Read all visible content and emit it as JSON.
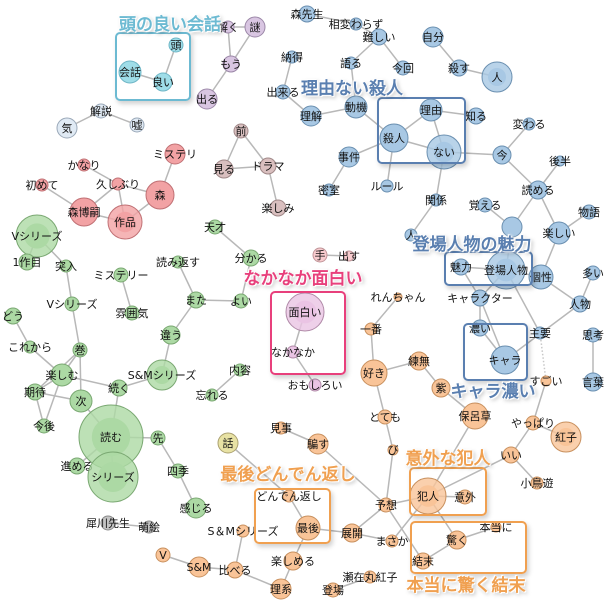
{
  "groups": {
    "cyan": {
      "fill": "#9fdde8",
      "stroke": "#6fb6c6"
    },
    "purple": {
      "fill": "#d9c6e2",
      "stroke": "#9c88a8"
    },
    "pale": {
      "fill": "#e0eaf4",
      "stroke": "#9aa8b8"
    },
    "taupe": {
      "fill": "#d9bfbf",
      "stroke": "#a08888"
    },
    "red": {
      "fill": "#f2a2a4",
      "stroke": "#c07074"
    },
    "green": {
      "fill": "#acd9a4",
      "stroke": "#7aa872"
    },
    "grey": {
      "fill": "#c4c4c4",
      "stroke": "#8a8a8a"
    },
    "yellow": {
      "fill": "#e8e2a4",
      "stroke": "#aaa070"
    },
    "pink": {
      "fill": "#eac4e4",
      "stroke": "#b08aa8"
    },
    "rose": {
      "fill": "#f8cccf",
      "stroke": "#c09498"
    },
    "orange": {
      "fill": "#f9c498",
      "stroke": "#c8905e"
    },
    "blue": {
      "fill": "#a8c8e4",
      "stroke": "#6a8fb0"
    }
  },
  "nodes": [
    {
      "id": "atama",
      "label": "頭",
      "group": "cyan"
    },
    {
      "id": "kaiwa",
      "label": "会話",
      "group": "cyan"
    },
    {
      "id": "yoi1",
      "label": "良い",
      "group": "cyan"
    },
    {
      "id": "toku",
      "label": "解く",
      "group": "purple"
    },
    {
      "id": "nazo",
      "label": "謎",
      "group": "purple"
    },
    {
      "id": "mou",
      "label": "もう",
      "group": "purple"
    },
    {
      "id": "deru",
      "label": "出る",
      "group": "purple"
    },
    {
      "id": "kaisetsu",
      "label": "解説",
      "group": "pale"
    },
    {
      "id": "ki",
      "label": "気",
      "group": "pale"
    },
    {
      "id": "uso",
      "label": "嘘",
      "group": "pale"
    },
    {
      "id": "mae",
      "label": "前",
      "group": "taupe"
    },
    {
      "id": "miru",
      "label": "見る",
      "group": "taupe"
    },
    {
      "id": "drama",
      "label": "ドラマ",
      "group": "taupe"
    },
    {
      "id": "tanoshimi",
      "label": "楽しみ",
      "group": "taupe"
    },
    {
      "id": "misuteri",
      "label": "ミステリ",
      "group": "red"
    },
    {
      "id": "kanari",
      "label": "かなり",
      "group": "red"
    },
    {
      "id": "hisashiburi",
      "label": "久しぶり",
      "group": "red"
    },
    {
      "id": "hajimete",
      "label": "初めて",
      "group": "red"
    },
    {
      "id": "mori",
      "label": "森",
      "group": "red"
    },
    {
      "id": "morihiroshi",
      "label": "森博嗣",
      "group": "red"
    },
    {
      "id": "sakuhin",
      "label": "作品",
      "group": "red"
    },
    {
      "id": "vseries1",
      "label": "Vシリーズ",
      "group": "green"
    },
    {
      "id": "ichisakume",
      "label": "1作目",
      "group": "green"
    },
    {
      "id": "totsunyu",
      "label": "突入",
      "group": "green"
    },
    {
      "id": "tensai",
      "label": "天才",
      "group": "green"
    },
    {
      "id": "wakaru",
      "label": "分かる",
      "group": "green"
    },
    {
      "id": "yomikaesu",
      "label": "読み返す",
      "group": "green"
    },
    {
      "id": "misuteri2",
      "label": "ミステリー",
      "group": "green"
    },
    {
      "id": "funiki",
      "label": "雰囲気",
      "group": "green"
    },
    {
      "id": "vseries2",
      "label": "Vシリーズ",
      "group": "green"
    },
    {
      "id": "mata",
      "label": "また",
      "group": "green"
    },
    {
      "id": "yoi2",
      "label": "よい",
      "group": "green"
    },
    {
      "id": "dou",
      "label": "どう",
      "group": "green"
    },
    {
      "id": "korekara",
      "label": "これから",
      "group": "green"
    },
    {
      "id": "maki",
      "label": "巻",
      "group": "green"
    },
    {
      "id": "chigau",
      "label": "違う",
      "group": "green"
    },
    {
      "id": "tanoshimu",
      "label": "楽しむ",
      "group": "green"
    },
    {
      "id": "tsuzuku",
      "label": "続く",
      "group": "green"
    },
    {
      "id": "smseries1",
      "label": "S&Mシリーズ",
      "group": "green"
    },
    {
      "id": "kitai",
      "label": "期待",
      "group": "green"
    },
    {
      "id": "tsugi",
      "label": "次",
      "group": "green"
    },
    {
      "id": "naiyou",
      "label": "内容",
      "group": "green"
    },
    {
      "id": "wasureru",
      "label": "忘れる",
      "group": "green"
    },
    {
      "id": "kongo",
      "label": "今後",
      "group": "green"
    },
    {
      "id": "yomu",
      "label": "読む",
      "group": "green"
    },
    {
      "id": "saki",
      "label": "先",
      "group": "green"
    },
    {
      "id": "susumeru",
      "label": "進める",
      "group": "green"
    },
    {
      "id": "series",
      "label": "シリーズ",
      "group": "green"
    },
    {
      "id": "shiki",
      "label": "四季",
      "group": "green"
    },
    {
      "id": "kanjiru",
      "label": "感じる",
      "group": "green"
    },
    {
      "id": "saikawa",
      "label": "犀川先生",
      "group": "grey"
    },
    {
      "id": "moe",
      "label": "萌絵",
      "group": "grey"
    },
    {
      "id": "hanashi",
      "label": "話",
      "group": "yellow"
    },
    {
      "id": "omoshiroi",
      "label": "面白い",
      "group": "pink"
    },
    {
      "id": "nakanaka",
      "label": "なかなか",
      "group": "pink"
    },
    {
      "id": "omoshiroi2",
      "label": "おもしろい",
      "group": "pink"
    },
    {
      "id": "te",
      "label": "手",
      "group": "rose"
    },
    {
      "id": "dasu",
      "label": "出す",
      "group": "rose"
    },
    {
      "id": "renchan",
      "label": "れんちゃん",
      "group": "orange"
    },
    {
      "id": "ichiban",
      "label": "一番",
      "group": "orange"
    },
    {
      "id": "suki",
      "label": "好き",
      "group": "orange"
    },
    {
      "id": "nerina",
      "label": "練無",
      "group": "orange"
    },
    {
      "id": "murasaki",
      "label": "紫",
      "group": "orange"
    },
    {
      "id": "hokuresha",
      "label": "保呂草",
      "group": "orange"
    },
    {
      "id": "totemo",
      "label": "とても",
      "group": "orange"
    },
    {
      "id": "bi",
      "label": "び",
      "group": "orange"
    },
    {
      "id": "migoto",
      "label": "見事",
      "group": "orange"
    },
    {
      "id": "damasu",
      "label": "騙す",
      "group": "orange"
    },
    {
      "id": "ii",
      "label": "いい",
      "group": "orange"
    },
    {
      "id": "yappari",
      "label": "やっぱり",
      "group": "orange"
    },
    {
      "id": "beniko",
      "label": "紅子",
      "group": "orange"
    },
    {
      "id": "takanashi",
      "label": "小鳥遊",
      "group": "orange"
    },
    {
      "id": "hannin",
      "label": "犯人",
      "group": "orange"
    },
    {
      "id": "igai",
      "label": "意外",
      "group": "orange"
    },
    {
      "id": "dondengaeshi",
      "label": "どんでん返し",
      "group": "orange"
    },
    {
      "id": "saigo",
      "label": "最後",
      "group": "orange"
    },
    {
      "id": "yosou",
      "label": "予想",
      "group": "orange"
    },
    {
      "id": "tenkai",
      "label": "展開",
      "group": "orange"
    },
    {
      "id": "masaka",
      "label": "まさか",
      "group": "orange"
    },
    {
      "id": "odoroku",
      "label": "驚く",
      "group": "orange"
    },
    {
      "id": "hontouni",
      "label": "本当に",
      "group": "orange"
    },
    {
      "id": "ketsumatsu",
      "label": "結末",
      "group": "orange"
    },
    {
      "id": "smseries2",
      "label": "S＆Mシリーズ",
      "group": "orange"
    },
    {
      "id": "v",
      "label": "V",
      "group": "orange"
    },
    {
      "id": "sm",
      "label": "S&M",
      "group": "orange"
    },
    {
      "id": "kuraberu",
      "label": "比べる",
      "group": "orange"
    },
    {
      "id": "tanoshimeru",
      "label": "楽しめる",
      "group": "orange"
    },
    {
      "id": "rikei",
      "label": "理系",
      "group": "orange"
    },
    {
      "id": "sezaimaru",
      "label": "瀬在丸紅子",
      "group": "orange"
    },
    {
      "id": "toujou",
      "label": "登場",
      "group": "orange"
    },
    {
      "id": "sugoi",
      "label": "すごい",
      "group": "orange"
    },
    {
      "id": "morisensei",
      "label": "森先生",
      "group": "blue"
    },
    {
      "id": "aikawarazu",
      "label": "相変わらず",
      "group": "blue"
    },
    {
      "id": "muzukashii",
      "label": "難しい",
      "group": "blue"
    },
    {
      "id": "jibun",
      "label": "自分",
      "group": "blue"
    },
    {
      "id": "kataru",
      "label": "語る",
      "group": "blue"
    },
    {
      "id": "konkai",
      "label": "今回",
      "group": "blue"
    },
    {
      "id": "korosu",
      "label": "殺す",
      "group": "blue"
    },
    {
      "id": "hito",
      "label": "人",
      "group": "blue"
    },
    {
      "id": "nattoku",
      "label": "納得",
      "group": "blue"
    },
    {
      "id": "dekiru",
      "label": "出来る",
      "group": "blue"
    },
    {
      "id": "rikai",
      "label": "理解",
      "group": "blue"
    },
    {
      "id": "douki",
      "label": "動機",
      "group": "blue"
    },
    {
      "id": "riyuu",
      "label": "理由",
      "group": "blue"
    },
    {
      "id": "shiru",
      "label": "知る",
      "group": "blue"
    },
    {
      "id": "satsujin",
      "label": "殺人",
      "group": "blue"
    },
    {
      "id": "nai",
      "label": "ない",
      "group": "blue"
    },
    {
      "id": "kawaru",
      "label": "変わる",
      "group": "blue"
    },
    {
      "id": "jiken",
      "label": "事件",
      "group": "blue"
    },
    {
      "id": "ima",
      "label": "今",
      "group": "blue"
    },
    {
      "id": "kouhan",
      "label": "後半",
      "group": "blue"
    },
    {
      "id": "misshitsu",
      "label": "密室",
      "group": "blue"
    },
    {
      "id": "rule",
      "label": "ルール",
      "group": "blue"
    },
    {
      "id": "yomeru",
      "label": "読める",
      "group": "blue"
    },
    {
      "id": "kankei",
      "label": "関係",
      "group": "blue"
    },
    {
      "id": "oboeru",
      "label": "覚える",
      "group": "blue"
    },
    {
      "id": "monogatari",
      "label": "物語",
      "group": "blue"
    },
    {
      "id": "hito2",
      "label": "人",
      "group": "blue"
    },
    {
      "id": "ta",
      "label": "",
      "group": "blue"
    },
    {
      "id": "tanoshii",
      "label": "楽しい",
      "group": "blue"
    },
    {
      "id": "miryoku",
      "label": "魅力",
      "group": "blue"
    },
    {
      "id": "toujoujinbutsu",
      "label": "登場人物",
      "group": "blue"
    },
    {
      "id": "kosei",
      "label": "個性",
      "group": "blue"
    },
    {
      "id": "ooi",
      "label": "多い",
      "group": "blue"
    },
    {
      "id": "character",
      "label": "キャラクター",
      "group": "blue"
    },
    {
      "id": "jinbutsu",
      "label": "人物",
      "group": "blue"
    },
    {
      "id": "koi",
      "label": "濃い",
      "group": "blue"
    },
    {
      "id": "shuyou",
      "label": "主要",
      "group": "blue"
    },
    {
      "id": "shikou",
      "label": "思考",
      "group": "blue"
    },
    {
      "id": "kyara",
      "label": "キャラ",
      "group": "blue"
    },
    {
      "id": "kotoba",
      "label": "言葉",
      "group": "blue"
    }
  ],
  "edges": [
    [
      "atama",
      "yoi1"
    ],
    [
      "kaiwa",
      "yoi1"
    ],
    [
      "toku",
      "nazo"
    ],
    [
      "toku",
      "mou"
    ],
    [
      "nazo",
      "mou"
    ],
    [
      "mou",
      "deru"
    ],
    [
      "kaisetsu",
      "ki"
    ],
    [
      "kaisetsu",
      "uso"
    ],
    [
      "mae",
      "miru"
    ],
    [
      "mae",
      "drama"
    ],
    [
      "miru",
      "drama"
    ],
    [
      "drama",
      "tanoshimi"
    ],
    [
      "misuteri",
      "mori"
    ],
    [
      "kanari",
      "hisashiburi"
    ],
    [
      "hisashiburi",
      "morihiroshi"
    ],
    [
      "hisashiburi",
      "sakuhin"
    ],
    [
      "hisashiburi",
      "mori"
    ],
    [
      "hajimete",
      "morihiroshi"
    ],
    [
      "morihiroshi",
      "sakuhin"
    ],
    [
      "sakuhin",
      "mori"
    ],
    [
      "vseries1",
      "ichisakume"
    ],
    [
      "vseries1",
      "totsunyu"
    ],
    [
      "totsunyu",
      "vseries2"
    ],
    [
      "vseries2",
      "maki"
    ],
    [
      "tensai",
      "wakaru"
    ],
    [
      "wakaru",
      "yoi2"
    ],
    [
      "yomikaesu",
      "mata"
    ],
    [
      "misuteri2",
      "funiki"
    ],
    [
      "mata",
      "yoi2"
    ],
    [
      "mata",
      "chigau"
    ],
    [
      "chigau",
      "smseries1"
    ],
    [
      "dou",
      "korekara"
    ],
    [
      "korekara",
      "tanoshimu"
    ],
    [
      "maki",
      "tanoshimu"
    ],
    [
      "maki",
      "tsugi"
    ],
    [
      "maki",
      "kitai"
    ],
    [
      "tanoshimu",
      "kitai"
    ],
    [
      "tanoshimu",
      "kongo"
    ],
    [
      "tanoshimu",
      "tsuzuku"
    ],
    [
      "kitai",
      "kongo"
    ],
    [
      "kitai",
      "tsugi"
    ],
    [
      "tsuzuku",
      "smseries1"
    ],
    [
      "tsuzuku",
      "yomu"
    ],
    [
      "tsugi",
      "yomu"
    ],
    [
      "naiyou",
      "wasureru"
    ],
    [
      "yomu",
      "saki"
    ],
    [
      "yomu",
      "series"
    ],
    [
      "yomu",
      "susumeru"
    ],
    [
      "saki",
      "shiki"
    ],
    [
      "shiki",
      "kanjiru"
    ],
    [
      "saikawa",
      "moe"
    ],
    [
      "hanashi",
      "dondengaeshi"
    ],
    [
      "omoshiroi",
      "nakanaka"
    ],
    [
      "nakanaka",
      "omoshiroi2"
    ],
    [
      "te",
      "dasu"
    ],
    [
      "renchan",
      "ichiban"
    ],
    [
      "ichiban",
      "suki"
    ],
    [
      "suki",
      "nerina"
    ],
    [
      "suki",
      "totemo"
    ],
    [
      "nerina",
      "murasaki"
    ],
    [
      "murasaki",
      "hokuresha"
    ],
    [
      "totemo",
      "bi"
    ],
    [
      "bi",
      "yosou"
    ],
    [
      "migoto",
      "damasu"
    ],
    [
      "damasu",
      "yosou"
    ],
    [
      "hokuresha",
      "hannin"
    ],
    [
      "hannin",
      "igai"
    ],
    [
      "hannin",
      "yosou"
    ],
    [
      "hannin",
      "odoroku"
    ],
    [
      "hannin",
      "masaka"
    ],
    [
      "hannin",
      "ii"
    ],
    [
      "ii",
      "yappari"
    ],
    [
      "yappari",
      "sugoi"
    ],
    [
      "yappari",
      "beniko"
    ],
    [
      "ii",
      "takanashi"
    ],
    [
      "odoroku",
      "hontouni"
    ],
    [
      "odoroku",
      "ketsumatsu"
    ],
    [
      "yosou",
      "ketsumatsu"
    ],
    [
      "dondengaeshi",
      "saigo"
    ],
    [
      "saigo",
      "tenkai"
    ],
    [
      "tenkai",
      "yosou"
    ],
    [
      "tenkai",
      "masaka"
    ],
    [
      "saigo",
      "tanoshimeru"
    ],
    [
      "smseries2",
      "kuraberu"
    ],
    [
      "v",
      "sm"
    ],
    [
      "sm",
      "kuraberu"
    ],
    [
      "kuraberu",
      "rikei"
    ],
    [
      "tanoshimeru",
      "rikei"
    ],
    [
      "sezaimaru",
      "toujou"
    ],
    [
      "morisensei",
      "aikawarazu"
    ],
    [
      "aikawarazu",
      "muzukashii"
    ],
    [
      "muzukashii",
      "kataru"
    ],
    [
      "muzukashii",
      "konkai"
    ],
    [
      "jibun",
      "korosu"
    ],
    [
      "korosu",
      "hito"
    ],
    [
      "kataru",
      "douki"
    ],
    [
      "nattoku",
      "dekiru"
    ],
    [
      "dekiru",
      "rikai"
    ],
    [
      "rikai",
      "douki"
    ],
    [
      "douki",
      "satsujin"
    ],
    [
      "satsujin",
      "riyuu"
    ],
    [
      "satsujin",
      "nai"
    ],
    [
      "riyuu",
      "nai"
    ],
    [
      "riyuu",
      "shiru"
    ],
    [
      "satsujin",
      "jiken"
    ],
    [
      "satsujin",
      "rule"
    ],
    [
      "jiken",
      "misshitsu"
    ],
    [
      "nai",
      "ima"
    ],
    [
      "nai",
      "kankei"
    ],
    [
      "ima",
      "kawaru"
    ],
    [
      "ima",
      "yomeru"
    ],
    [
      "kouhan",
      "yomeru"
    ],
    [
      "yomeru",
      "tanoshii"
    ],
    [
      "yomeru",
      "ta"
    ],
    [
      "oboeru",
      "ta"
    ],
    [
      "kankei",
      "hito2"
    ],
    [
      "monogatari",
      "tanoshii"
    ],
    [
      "tanoshii",
      "kosei"
    ],
    [
      "ta",
      "toujoujinbutsu"
    ],
    [
      "miryoku",
      "toujoujinbutsu"
    ],
    [
      "miryoku",
      "character"
    ],
    [
      "toujoujinbutsu",
      "kosei"
    ],
    [
      "toujoujinbutsu",
      "character"
    ],
    [
      "toujoujinbutsu",
      "shuyou"
    ],
    [
      "character",
      "koi"
    ],
    [
      "character",
      "kyara"
    ],
    [
      "koi",
      "kyara"
    ],
    [
      "kyara",
      "jinbutsu"
    ],
    [
      "kosei",
      "jinbutsu"
    ],
    [
      "jinbutsu",
      "ooi"
    ],
    [
      "shikou",
      "kotoba"
    ],
    [
      "shuyou",
      "sugoi",
      "dotted"
    ]
  ],
  "clusters": [
    {
      "title": "頭の良い会話",
      "color": "#6cbad2"
    },
    {
      "title": "理由ない殺人",
      "color": "#5a7fb0"
    },
    {
      "title": "登場人物の魅力",
      "color": "#5a7fb0"
    },
    {
      "title": "キャラ濃い",
      "color": "#5a7fb0"
    },
    {
      "title": "なかなか面白い",
      "color": "#e8407c"
    },
    {
      "title": "意外な犯人",
      "color": "#f0a050"
    },
    {
      "title": "最後どんでん返し",
      "color": "#f0a050"
    },
    {
      "title": "本当に驚く結末",
      "color": "#f0a050"
    }
  ]
}
